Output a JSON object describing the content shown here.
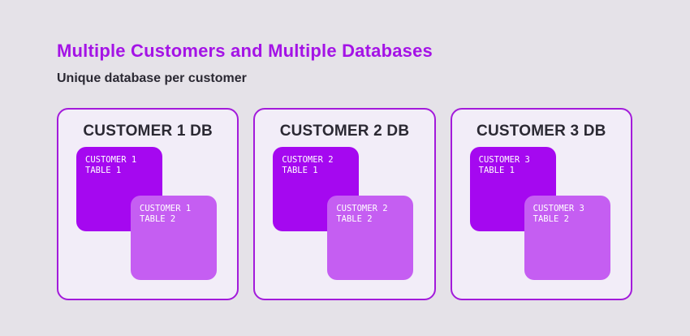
{
  "header": {
    "title": "Multiple Customers and Multiple Databases",
    "subtitle": "Unique database per customer"
  },
  "colors": {
    "page_bg": "#e5e2e8",
    "card_bg": "#f2edf8",
    "card_border": "#a31bdb",
    "title_text": "#a413e6",
    "heading_text": "#2b2933",
    "table1_bg": "#a508f0",
    "table2_bg": "#c55ef2",
    "table_text": "#ffffff"
  },
  "databases": [
    {
      "name": "CUSTOMER 1 DB",
      "tables": [
        {
          "line1": "CUSTOMER 1",
          "line2": "TABLE 1"
        },
        {
          "line1": "CUSTOMER 1",
          "line2": "TABLE 2"
        }
      ]
    },
    {
      "name": "CUSTOMER 2 DB",
      "tables": [
        {
          "line1": "CUSTOMER 2",
          "line2": "TABLE 1"
        },
        {
          "line1": "CUSTOMER 2",
          "line2": "TABLE 2"
        }
      ]
    },
    {
      "name": "CUSTOMER 3 DB",
      "tables": [
        {
          "line1": "CUSTOMER 3",
          "line2": "TABLE 1"
        },
        {
          "line1": "CUSTOMER 3",
          "line2": "TABLE 2"
        }
      ]
    }
  ]
}
